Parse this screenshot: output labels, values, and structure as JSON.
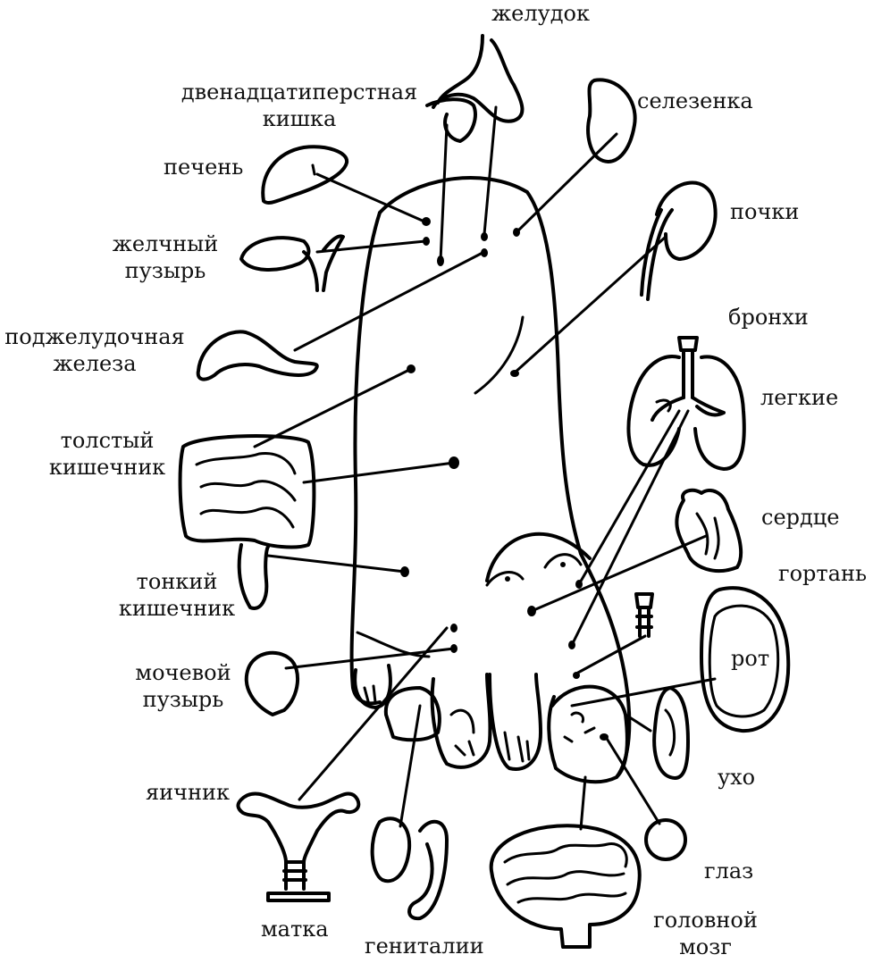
{
  "labels": {
    "stomach": "желудок",
    "duodenum_1": "двенадцатиперстная",
    "duodenum_2": "кишка",
    "spleen": "селезенка",
    "liver": "печень",
    "kidneys": "почки",
    "gallbladder_1": "желчный",
    "gallbladder_2": "пузырь",
    "pancreas_1": "поджелудочная",
    "pancreas_2": "железа",
    "bronchi": "бронхи",
    "lungs": "легкие",
    "colon_1": "толстый",
    "colon_2": "кишечник",
    "heart": "сердце",
    "larynx": "гортань",
    "small_int_1": "тонкий",
    "small_int_2": "кишечник",
    "mouth": "рот",
    "bladder_1": "мочевой",
    "bladder_2": "пузырь",
    "ear": "ухо",
    "ovary": "яичник",
    "eye": "глаз",
    "uterus": "матка",
    "genitals": "гениталии",
    "brain_1": "головной",
    "brain_2": "мозг"
  }
}
